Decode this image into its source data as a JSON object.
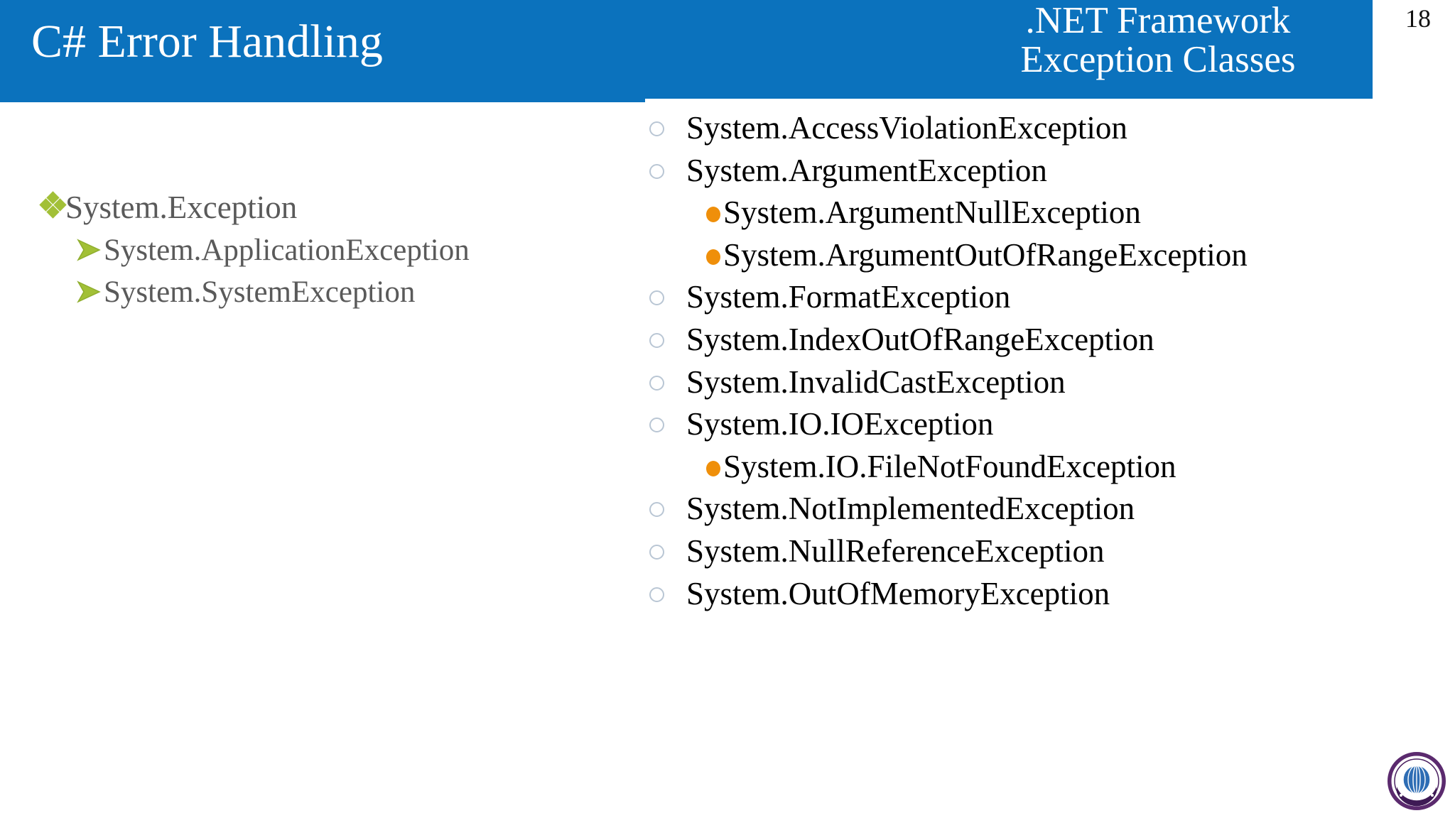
{
  "header": {
    "title": "C# Error Handling",
    "subtitle_lines": [
      ".NET Framework",
      "Exception Classes"
    ],
    "slide_number": "18",
    "banner_color": "#0B72BD",
    "title_color": "#FFFFFF"
  },
  "left_column": {
    "text_color": "#5A5A5A",
    "diamond_bullet_color": "#A2C037",
    "arrow_bullet_color": "#9CBC38",
    "items": [
      {
        "label": "System.Exception",
        "level": 1,
        "bullet": "diamond-bullet-icon"
      },
      {
        "label": "System.ApplicationException",
        "level": 2,
        "bullet": "arrow-bullet-icon"
      },
      {
        "label": "System.SystemException",
        "level": 2,
        "bullet": "arrow-bullet-icon"
      }
    ]
  },
  "right_column": {
    "text_color": "#000000",
    "hollow_bullet_color": "#B9C6D4",
    "dot_bullet_color": "#EF8F0A",
    "items": [
      {
        "label": "System.AccessViolationException",
        "level": 1,
        "bullet": "hollow-circle-bullet-icon"
      },
      {
        "label": "System.ArgumentException",
        "level": 1,
        "bullet": "hollow-circle-bullet-icon"
      },
      {
        "label": "System.ArgumentNullException",
        "level": 2,
        "bullet": "orange-dot-bullet-icon"
      },
      {
        "label": "System.ArgumentOutOfRangeException",
        "level": 2,
        "bullet": "orange-dot-bullet-icon"
      },
      {
        "label": "System.FormatException",
        "level": 1,
        "bullet": "hollow-circle-bullet-icon"
      },
      {
        "label": "System.IndexOutOfRangeException",
        "level": 1,
        "bullet": "hollow-circle-bullet-icon"
      },
      {
        "label": "System.InvalidCastException",
        "level": 1,
        "bullet": "hollow-circle-bullet-icon"
      },
      {
        "label": "System.IO.IOException",
        "level": 1,
        "bullet": "hollow-circle-bullet-icon"
      },
      {
        "label": "System.IO.FileNotFoundException",
        "level": 2,
        "bullet": "orange-dot-bullet-icon"
      },
      {
        "label": "System.NotImplementedException",
        "level": 1,
        "bullet": "hollow-circle-bullet-icon"
      },
      {
        "label": "System.NullReferenceException",
        "level": 1,
        "bullet": "hollow-circle-bullet-icon"
      },
      {
        "label": "System.OutOfMemoryException",
        "level": 1,
        "bullet": "hollow-circle-bullet-icon"
      }
    ]
  },
  "logo": {
    "name": "comsats-university-islamabad-logo",
    "outer_text": "COMSATS UNIVERSITY",
    "bottom_text": "ISLAMABAD",
    "ring_color": "#5B2A6E",
    "globe_color": "#2E6DB4"
  }
}
